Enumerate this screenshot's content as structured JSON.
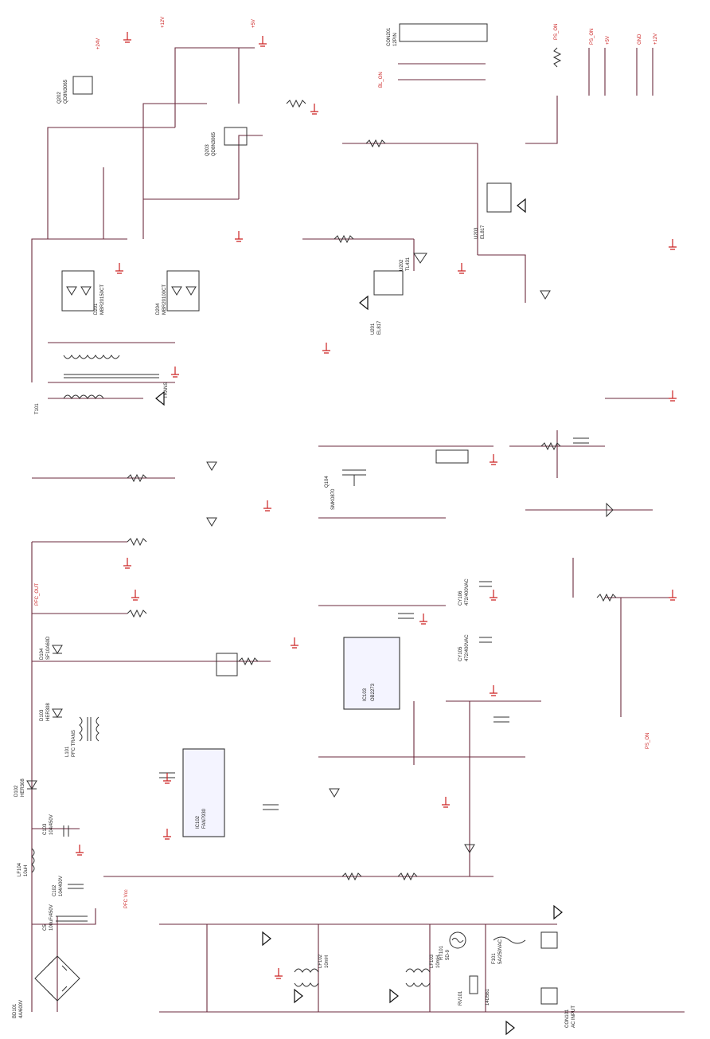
{
  "components": {
    "bridge": {
      "ref": "BD101",
      "value": "4A/600V"
    },
    "c5": {
      "ref": "C5",
      "value": "100uF/450V"
    },
    "c102": {
      "ref": "C102",
      "value": "104/400V"
    },
    "lf104": {
      "ref": "LF104",
      "value": "10uH"
    },
    "c103": {
      "ref": "C103",
      "value": "104/450V"
    },
    "d102": {
      "ref": "D102",
      "value": "HER308"
    },
    "d103": {
      "ref": "D103",
      "value": "HER308"
    },
    "d104": {
      "ref": "D104",
      "value": "SF10A60D"
    },
    "l101": {
      "ref": "L101",
      "value": "PFC TRANS"
    },
    "ic102": {
      "ref": "IC102",
      "value": "FAN7930"
    },
    "ic103": {
      "ref": "IC103",
      "value": "OB2273"
    },
    "t101": {
      "ref": "T101",
      "value": "TRANS"
    },
    "q104": {
      "ref": "Q104",
      "value": "SMK0870"
    },
    "d201": {
      "ref": "D201",
      "value": "MBR20150CT"
    },
    "d204": {
      "ref": "D204",
      "value": "MBR20100CT"
    },
    "q202": {
      "ref": "Q202",
      "value": "QD8N3065"
    },
    "q203": {
      "ref": "Q203",
      "value": "QD8N3065"
    },
    "u201": {
      "ref": "U201",
      "value": "EL817"
    },
    "u202": {
      "ref": "U202",
      "value": "TL431"
    },
    "u203": {
      "ref": "U203",
      "value": "EL817"
    },
    "con201": {
      "ref": "CON201",
      "value": "12PIN"
    },
    "rt101": {
      "ref": "RT101",
      "value": "5D-9"
    },
    "rv101": {
      "ref": "RV101",
      "value": "14D561"
    },
    "f101": {
      "ref": "F101",
      "value": "5A/250VAC"
    },
    "lf102": {
      "ref": "LF102",
      "value": "10mH"
    },
    "lf103": {
      "ref": "LF103",
      "value": "10mH"
    },
    "con101": {
      "ref": "CON101",
      "value": "AC INPUT"
    },
    "cy105": {
      "ref": "CY105",
      "value": "472/400VAC"
    },
    "cy106": {
      "ref": "CY106",
      "value": "472/400VAC"
    }
  },
  "nets": {
    "pfc_out": "PFC_OUT",
    "pfc_vcc": "PFC Vcc",
    "gnd": "GND",
    "p12v": "+12V",
    "p24v": "+24V",
    "p5v": "+5V",
    "ps_on": "PS_ON",
    "bl_on": "BL_ON"
  },
  "colors": {
    "wire": "#6b2a3c",
    "ground": "#cc2222",
    "component": "#303030"
  }
}
